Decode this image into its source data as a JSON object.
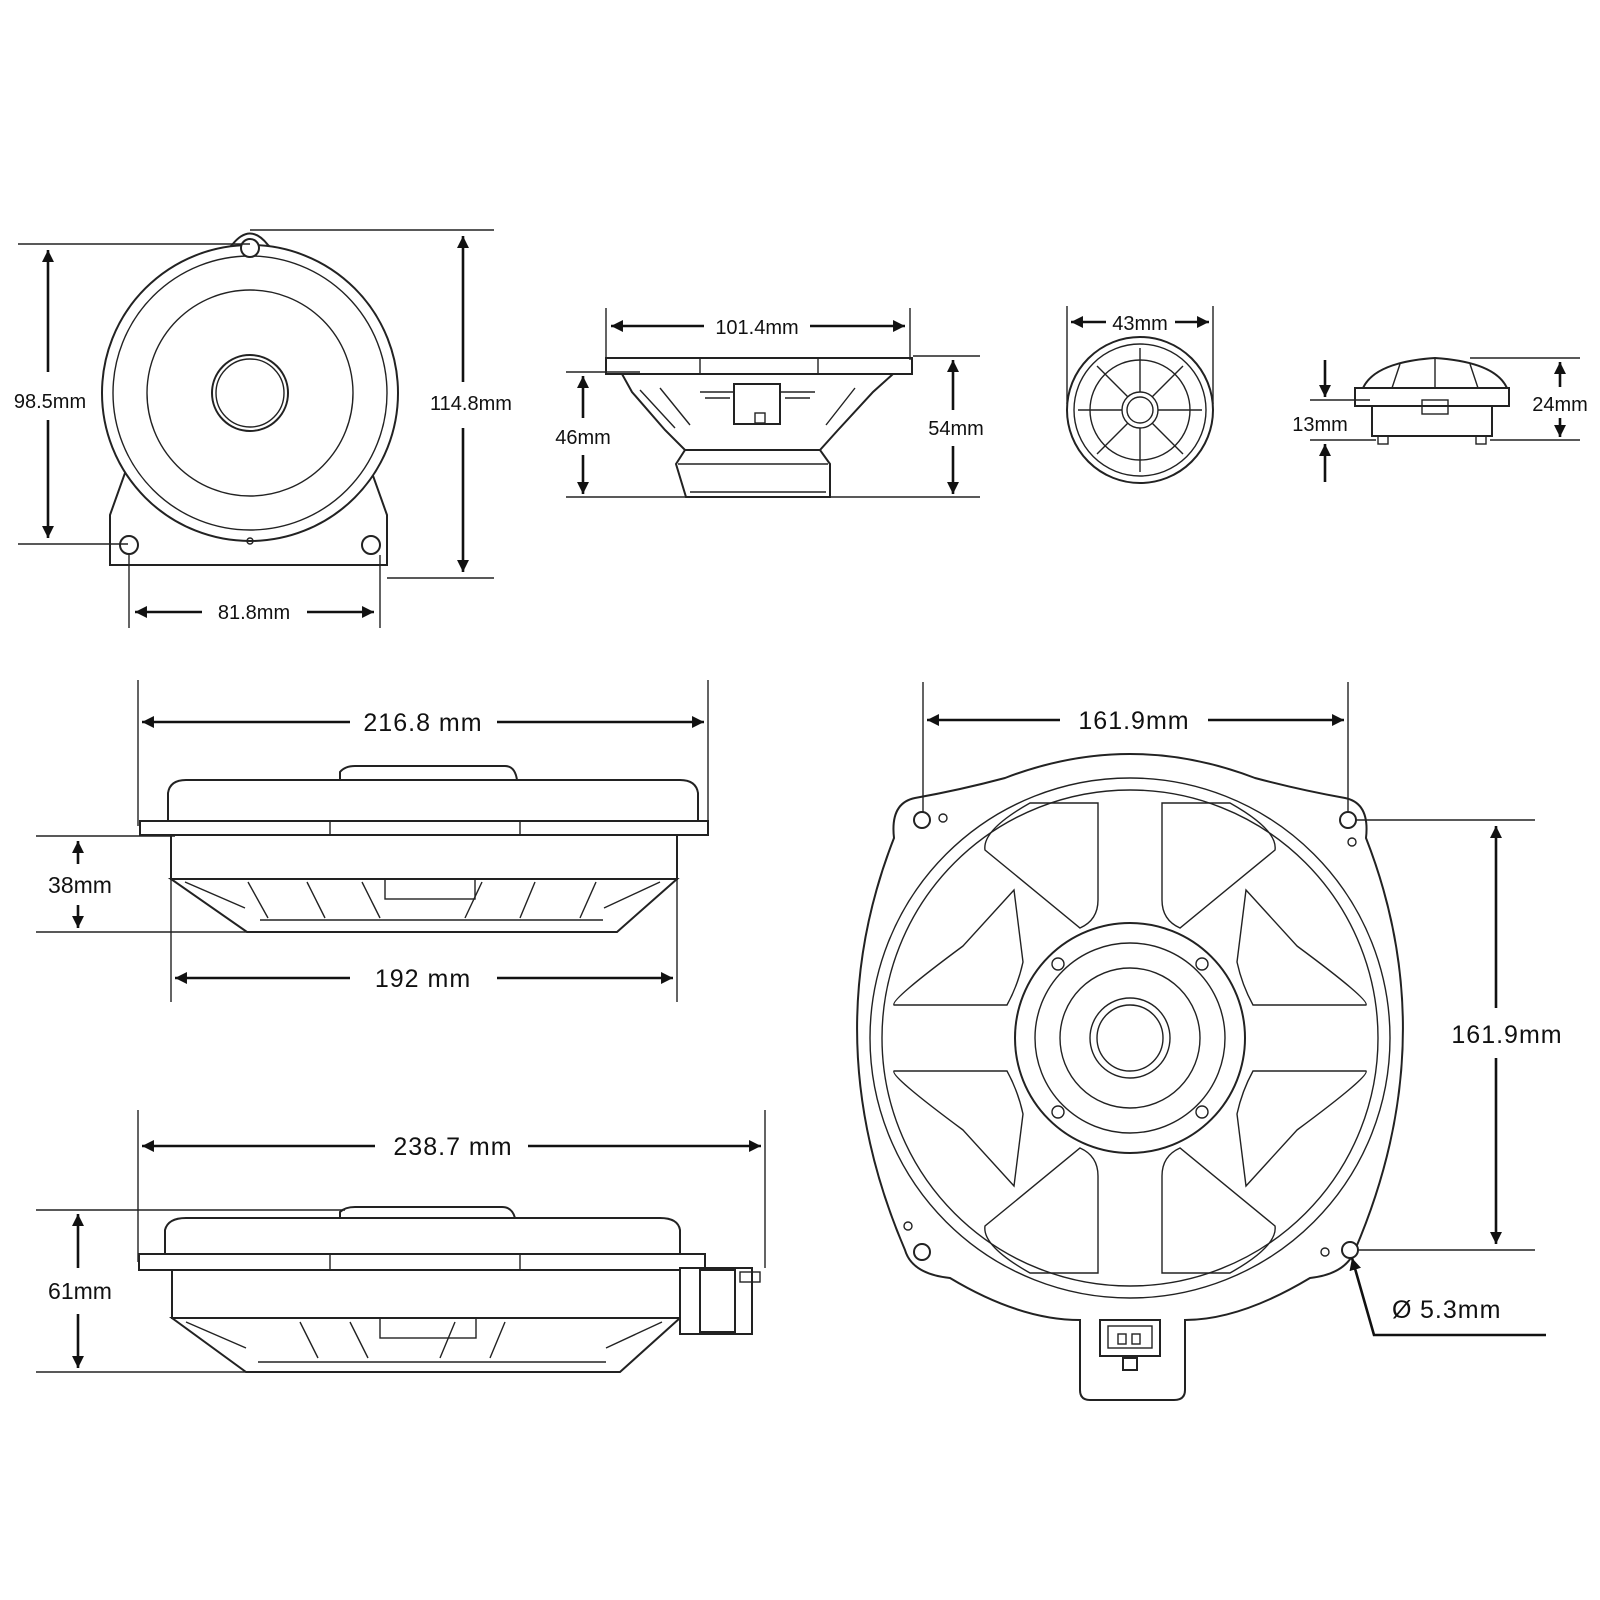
{
  "dimensions": {
    "mid_front_height": "98.5mm",
    "mid_front_total_height": "114.8mm",
    "mid_front_hole_spacing": "81.8mm",
    "mid_side_width": "101.4mm",
    "mid_side_depth": "46mm",
    "mid_side_total_depth": "54mm",
    "tweeter_diameter": "43mm",
    "tweeter_depth": "13mm",
    "tweeter_total_depth": "24mm",
    "sub_a_width": "216.8 mm",
    "sub_a_depth": "38mm",
    "sub_a_basket_width": "192 mm",
    "sub_b_width": "238.7 mm",
    "sub_b_depth": "61mm",
    "sub_front_width": "161.9mm",
    "sub_front_height": "161.9mm",
    "mount_hole_diameter": "5.3mm",
    "diameter_symbol": "Ø"
  },
  "colors": {
    "line": "#222222",
    "background": "#ffffff"
  }
}
